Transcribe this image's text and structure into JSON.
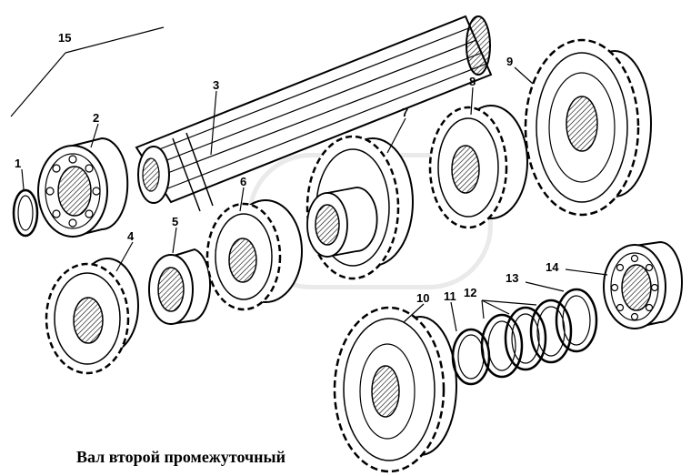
{
  "caption": "Вал второй промежуточный",
  "callouts": {
    "c1": "1",
    "c2": "2",
    "c3": "3",
    "c4": "4",
    "c5": "5",
    "c6": "6",
    "c7": "7",
    "c8": "8",
    "c9": "9",
    "c10": "10",
    "c11": "11",
    "c12": "12",
    "c13": "13",
    "c14": "14",
    "c15": "15"
  },
  "colors": {
    "ink": "#000000",
    "paper": "#ffffff",
    "watermark": "#d8d8d8"
  }
}
